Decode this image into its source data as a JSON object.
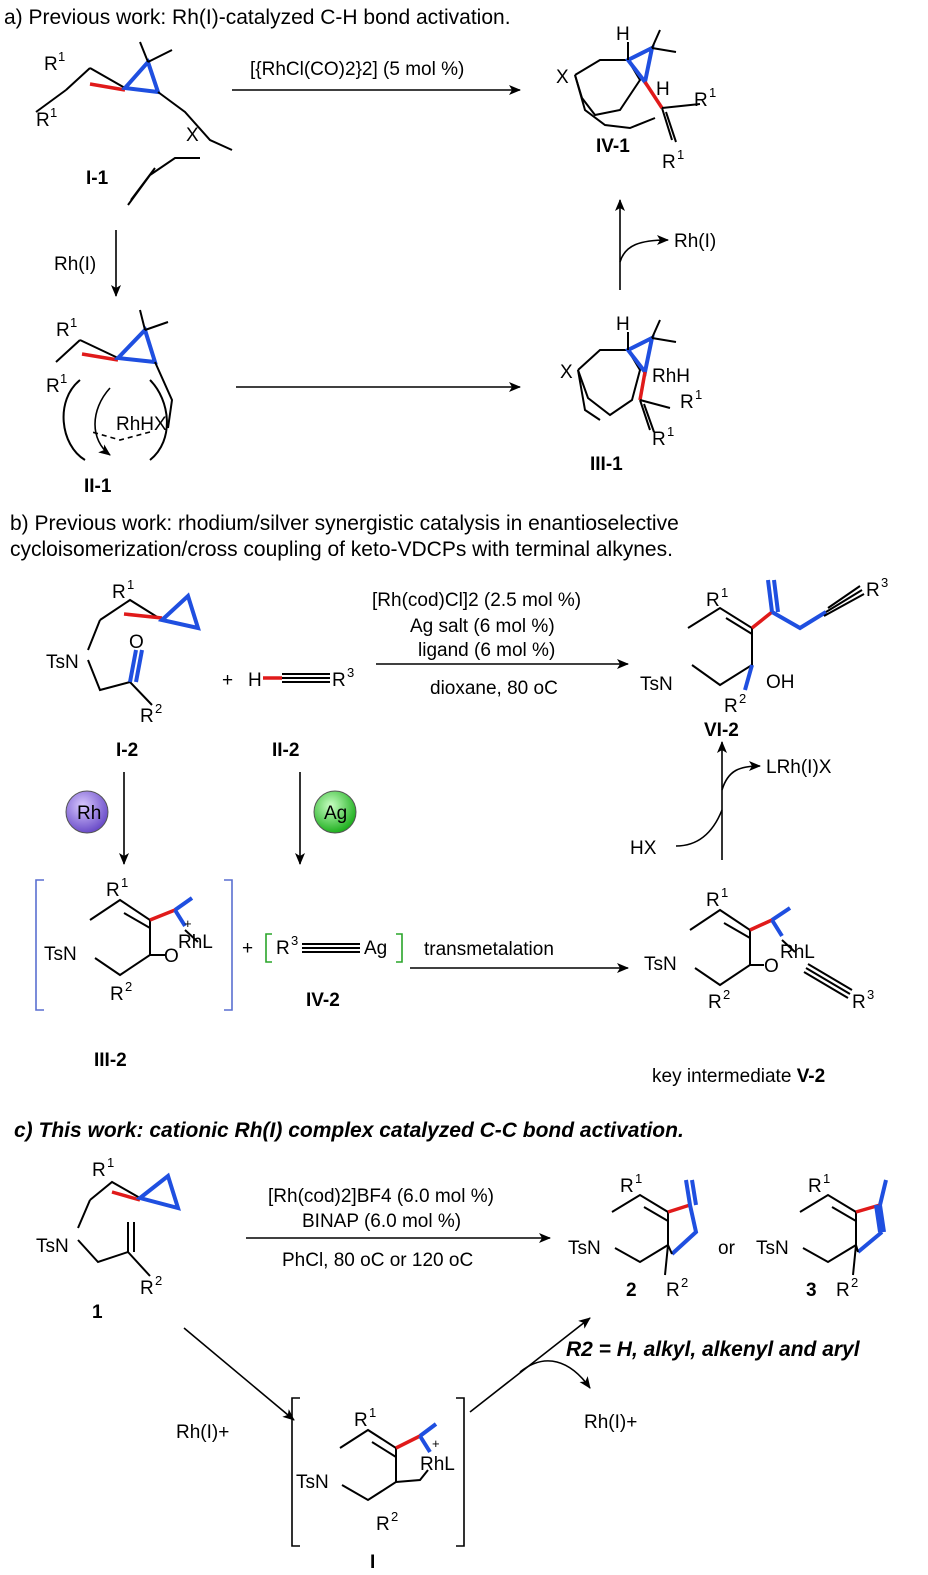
{
  "section_a": {
    "title": "a) Previous work: Rh(I)-catalyzed C-H bond activation.",
    "conditions": "[{RhCl(CO)2}2] (5 mol %)",
    "step_catalyst": "Rh(I)",
    "released_catalyst": "Rh(I)",
    "compounds": {
      "c1": "I-1",
      "c2": "II-1",
      "c3": "III-1",
      "c4": "IV-1"
    },
    "atom_labels": {
      "r": "R",
      "sup1": "1",
      "x": "X",
      "h": "H",
      "rhh": "RhH",
      "rhhx": "RhHX"
    }
  },
  "section_b": {
    "title_line1": "b) Previous work: rhodium/silver synergistic catalysis in enantioselective",
    "title_line2": "cycloisomerization/cross coupling of keto-VDCPs with terminal alkynes.",
    "conditions": [
      "[Rh(cod)Cl]2 (2.5 mol %)",
      "Ag salt (6 mol %)",
      "ligand (6 mol %)",
      "dioxane, 80 oC"
    ],
    "plus": "+",
    "rh_badge": "Rh",
    "ag_badge": "Ag",
    "hx": "HX",
    "released_catalyst": "LRh(I)X",
    "transmetalation": "transmetalation",
    "key_intermediate_prefix": "key intermediate ",
    "compounds": {
      "c1": "I-2",
      "c2": "II-2",
      "c3": "III-2",
      "c4": "IV-2",
      "c5": "V-2",
      "c6": "VI-2"
    },
    "atom_labels": {
      "tsn": "TsN",
      "o": "O",
      "oh": "OH",
      "h": "H",
      "r": "R",
      "sup1": "1",
      "sup2": "2",
      "sup3": "3",
      "rhl": "RhL",
      "ag": "Ag",
      "plus_charge": "+"
    }
  },
  "section_c": {
    "title": "c) This work: cationic Rh(I) complex catalyzed C-C bond activation.",
    "conditions": [
      "[Rh(cod)2]BF4 (6.0 mol %)",
      "BINAP (6.0 mol %)",
      "PhCl, 80 oC or 120 oC"
    ],
    "or": "or",
    "scope": "R2 = H, alkyl, alkenyl and aryl",
    "step_catalyst": "Rh(I)+",
    "released_catalyst": "Rh(I)+",
    "compounds": {
      "c1": "1",
      "c2": "2",
      "c3": "3",
      "c4": "I"
    },
    "atom_labels": {
      "tsn": "TsN",
      "r": "R",
      "sup1": "1",
      "sup2": "2",
      "rhl": "RhL",
      "plus_charge": "+"
    }
  },
  "colors": {
    "highlight_red": "#e01a1a",
    "bond_blue": "#1f4fe0",
    "bracket_blue": "#5a6fd0",
    "bracket_green": "#2aa52a",
    "rh_badge": "#8a6ad8",
    "ag_badge": "#33cc33"
  }
}
